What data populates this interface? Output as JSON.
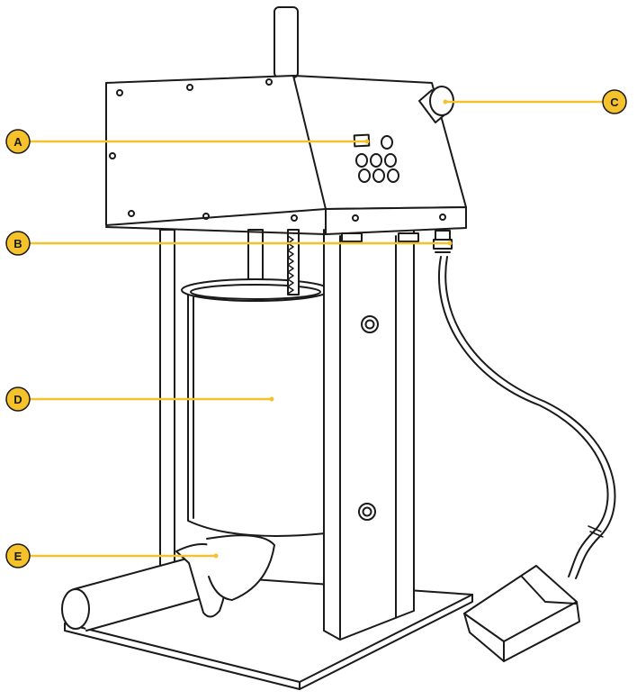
{
  "colors": {
    "callout_fill": "#f5c22b",
    "line": "#1a1a1a",
    "background": "#ffffff"
  },
  "callouts": [
    {
      "id": "A",
      "label": "A"
    },
    {
      "id": "B",
      "label": "B"
    },
    {
      "id": "C",
      "label": "C"
    },
    {
      "id": "D",
      "label": "D"
    },
    {
      "id": "E",
      "label": "E"
    }
  ]
}
